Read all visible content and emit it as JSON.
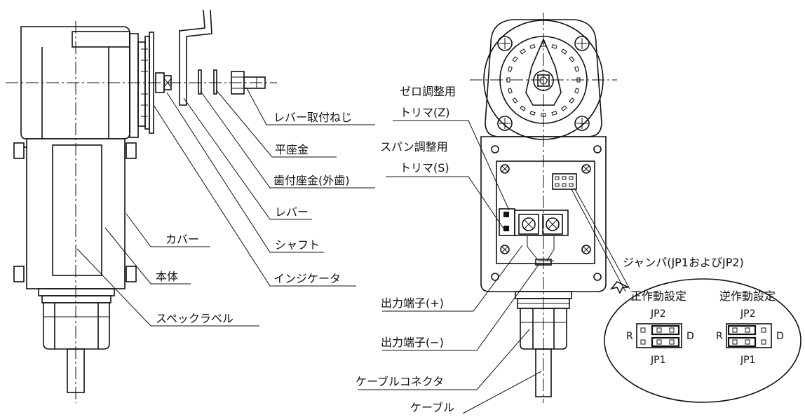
{
  "labels": {
    "lever_screw": "レバー取付ねじ",
    "flat_washer": "平座金",
    "toothed_washer": "歯付座金(外歯)",
    "lever": "レバー",
    "shaft": "シャフト",
    "indicator": "インジケータ",
    "cover": "カバー",
    "body": "本体",
    "spec_label": "スペックラベル",
    "zero_trimmer_line1": "ゼロ調整用",
    "zero_trimmer_line2": "トリマ(Z)",
    "span_trimmer_line1": "スパン調整用",
    "span_trimmer_line2": "トリマ(S)",
    "output_plus": "出力端子(+)",
    "output_minus": "出力端子(−)",
    "cable_connector": "ケーブルコネクタ",
    "cable": "ケーブル",
    "jumper": "ジャンパ(JP1およびJP2)"
  },
  "jumper_detail": {
    "forward": {
      "title": "正作動設定",
      "jp2": "JP2",
      "jp1": "JP1",
      "r": "R",
      "d": "D"
    },
    "reverse": {
      "title": "逆作動設定",
      "jp2": "JP2",
      "jp1": "JP1",
      "r": "R",
      "d": "D"
    }
  }
}
